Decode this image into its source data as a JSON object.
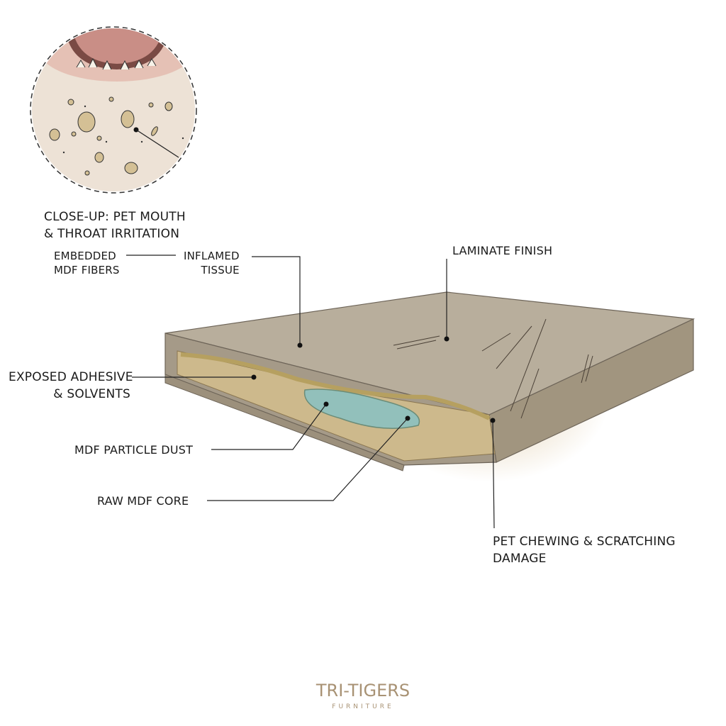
{
  "closeup": {
    "title_line1": "CLOSE-UP: PET MOUTH",
    "title_line2": "& THROAT IRRITATION",
    "embedded_line1": "EMBEDDED",
    "embedded_line2": "MDF FIBERS",
    "inflamed_line1": "INFLAMED",
    "inflamed_line2": "TISSUE"
  },
  "labels": {
    "laminate": "LAMINATE FINISH",
    "adhesive_line1": "EXPOSED ADHESIVE",
    "adhesive_line2": "& SOLVENTS",
    "dust": "MDF PARTICLE DUST",
    "core": "RAW MDF CORE",
    "damage_line1": "PET CHEWING & SCRATCHING",
    "damage_line2": "DAMAGE"
  },
  "logo": {
    "name": "TRI-TIGERS",
    "sub": "FURNITURE"
  },
  "colors": {
    "laminate": "#b5aa98",
    "mdf": "#c9b68a",
    "adhesive": "#8fbcb8",
    "tissue": "#ecdfd3",
    "logo": "#a89274"
  }
}
